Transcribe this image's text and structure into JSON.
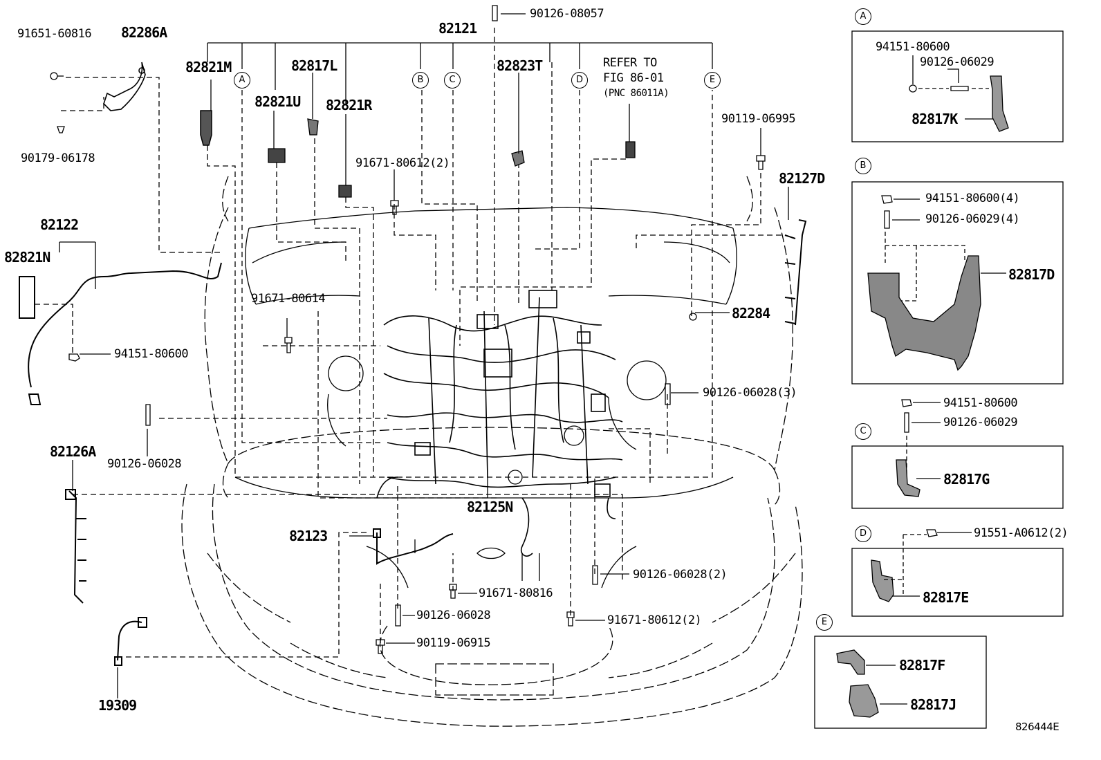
{
  "diagram_id": "826444E",
  "main_labels": {
    "p91651": "91651-60816",
    "p82286A": "82286A",
    "p90179": "90179-06178",
    "p82821M": "82821M",
    "p82821U": "82821U",
    "p82817L": "82817L",
    "p82821R": "82821R",
    "p82121": "82121",
    "p90126_08057": "90126-08057",
    "p82823T": "82823T",
    "refer_line1": "REFER TO",
    "refer_line2": "FIG 86-01",
    "refer_line3": "(PNC 86011A)",
    "p90119_06995": "90119-06995",
    "p82127D": "82127D",
    "p91671_80612_top": "91671-80612(2)",
    "p82122": "82122",
    "p82821N": "82821N",
    "p91671_80614": "91671-80614",
    "p94151_80600": "94151-80600",
    "p82284": "82284",
    "p90126_06028_3": "90126-06028(3)",
    "p90126_06028_left": "90126-06028",
    "p82126A": "82126A",
    "p82125N": "82125N",
    "p82123": "82123",
    "p90126_06028_2": "90126-06028(2)",
    "p91671_80816": "91671-80816",
    "p90126_06028_bottom": "90126-06028",
    "p91671_80612_bottom": "91671-80612(2)",
    "p90119_06915": "90119-06915",
    "p19309": "19309"
  },
  "callouts": {
    "a": "A",
    "b": "B",
    "c": "C",
    "d": "D",
    "e": "E"
  },
  "panel_a": {
    "tag": "A",
    "nut": "94151-80600",
    "stud": "90126-06029",
    "part": "82817K"
  },
  "panel_b": {
    "tag": "B",
    "nut": "94151-80600(4)",
    "stud": "90126-06029(4)",
    "part": "82817D"
  },
  "panel_c": {
    "tag": "C",
    "nut": "94151-80600",
    "stud": "90126-06029",
    "part": "82817G"
  },
  "panel_d": {
    "tag": "D",
    "bolt": "91551-A0612(2)",
    "part": "82817E"
  },
  "panel_e": {
    "tag": "E",
    "part1": "82817F",
    "part2": "82817J"
  }
}
